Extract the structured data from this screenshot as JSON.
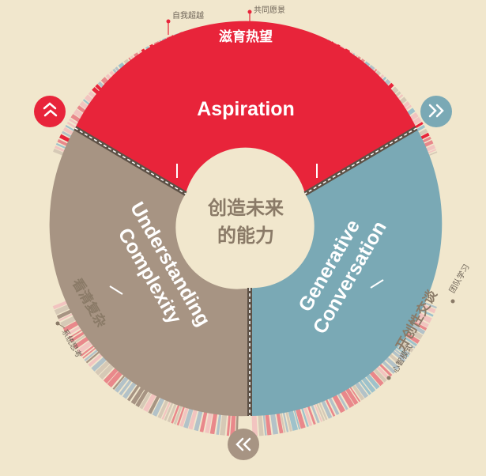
{
  "center": {
    "line1": "创造未来",
    "line2": "的能力"
  },
  "segments": {
    "top": {
      "title": "Aspiration",
      "color": "#e8243a"
    },
    "left": {
      "title_line1": "Understanding",
      "title_line2": "Complexity",
      "color": "#a79483"
    },
    "right": {
      "title_line1": "Generative",
      "title_line2": "Conversation",
      "color": "#7aa9b5"
    }
  },
  "outer_labels": {
    "top_main": "滋育热望",
    "top_tag1": "自我超越",
    "top_tag2": "共同愿景",
    "left_main": "看清复杂",
    "left_tag": "系统思考",
    "right_main": "开创性交谈",
    "right_tag1": "心智模式",
    "right_tag2": "团队学习"
  },
  "icons": {
    "top_left": "chevron-pair-icon",
    "top_right": "chevron-pair-icon",
    "bottom": "double-chevron-left-icon"
  },
  "colors": {
    "background": "#f1e7cd",
    "red": "#e8243a",
    "taupe": "#a79483",
    "teal": "#7aa9b5",
    "center_fill": "#f1e7cd",
    "pink": "#e9888b",
    "light_pink": "#f2c4c0",
    "teal_light": "#9ec2cb",
    "stone": "#d6c9b6",
    "gray_blue": "#b3c2c8"
  }
}
